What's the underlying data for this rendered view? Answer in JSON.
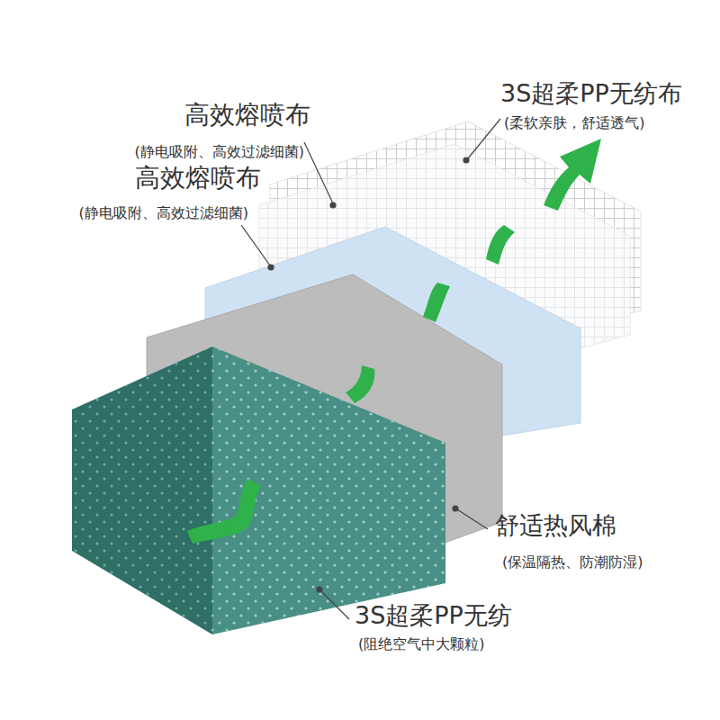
{
  "diagram": {
    "labels": [
      "3S超柔PP无纺布",
      "(柔软亲肤，舒适透气)",
      "高效熔喷布",
      "(静电吸附、高效过滤细菌)",
      "高效熔喷布",
      "(静电吸附、高效过滤细菌)",
      "舒适热风棉",
      "(保温隔热、防潮防湿)",
      "3S超柔PP无纺",
      "(阻绝空气中大颗粒)"
    ]
  }
}
